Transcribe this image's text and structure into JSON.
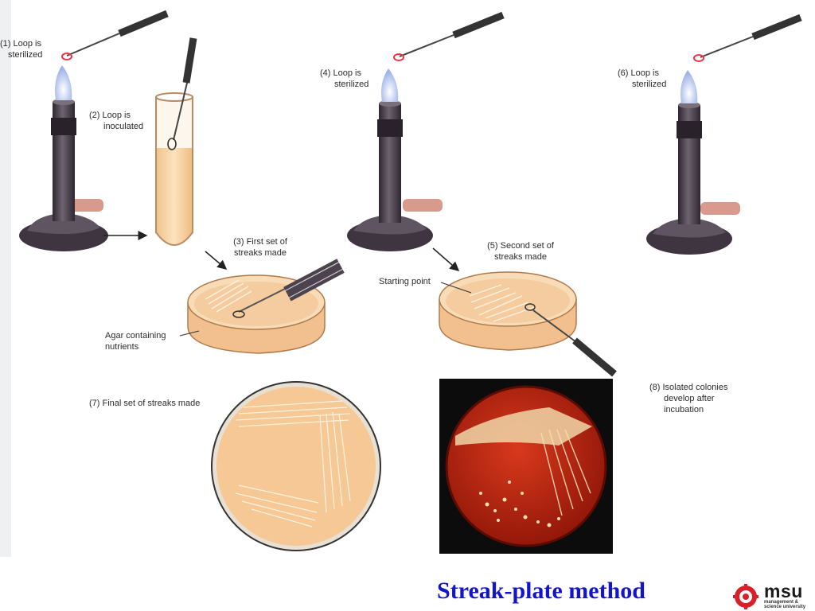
{
  "steps": {
    "s1": [
      "(1) Loop is",
      "sterilized"
    ],
    "s2": [
      "(2) Loop is",
      "inoculated"
    ],
    "s3": [
      "(3) First set of",
      "streaks made"
    ],
    "s4": [
      "(4) Loop is",
      "sterilized"
    ],
    "s5": [
      "(5) Second set of",
      "streaks made"
    ],
    "s6": [
      "(6) Loop is",
      "sterilized"
    ],
    "s7": "(7) Final set of streaks made",
    "s8": [
      "(8) Isolated colonies",
      "develop after",
      "incubation"
    ]
  },
  "labels": {
    "agar": [
      "Agar containing",
      "nutrients"
    ],
    "starting_point": "Starting point"
  },
  "title": "Streak-plate method",
  "logo": {
    "name": "msu",
    "sub1": "management &",
    "sub2": "science university"
  },
  "colors": {
    "title": "#1414cc",
    "agar": "#f4c89a",
    "blood_agar": "#b8200e",
    "burner": "#4a3f47",
    "logo_red": "#d8202a"
  }
}
